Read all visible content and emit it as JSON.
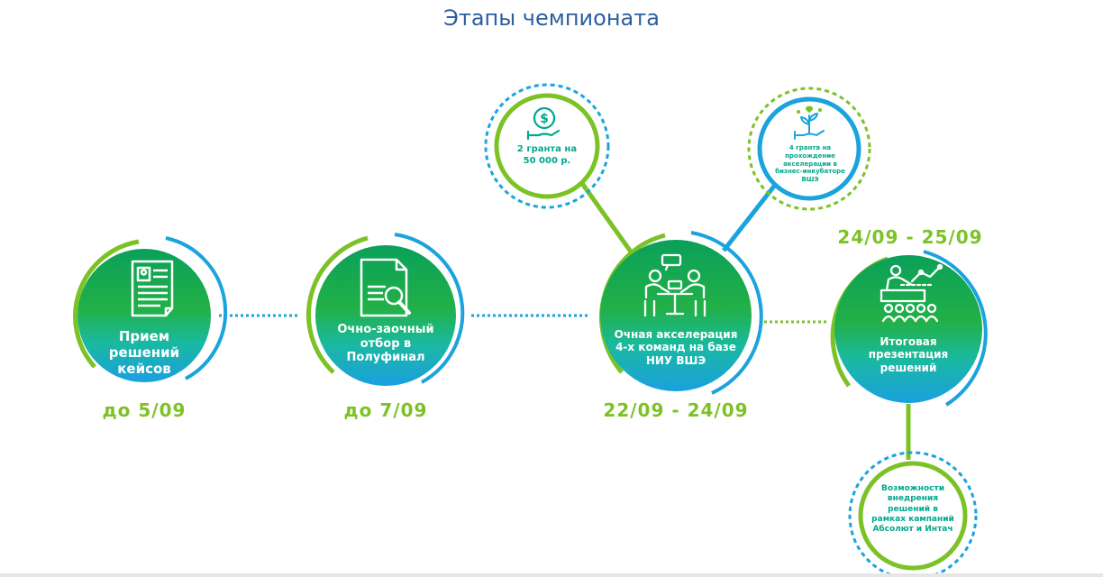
{
  "title": "Этапы чемпионата",
  "stages": [
    {
      "label": "Прием решений кейсов",
      "date": "до 5/09",
      "icon": "resume-document-icon"
    },
    {
      "label": "Очно-заочный отбор в Полуфинал",
      "date": "до 7/09",
      "icon": "document-magnifier-icon"
    },
    {
      "label": "Очная акселерация 4-х команд на базе НИУ ВШЭ",
      "date": "22/09 - 24/09",
      "icon": "team-meeting-icon"
    },
    {
      "label": "Итоговая презентация решений",
      "date": "24/09 - 25/09",
      "icon": "presentation-audience-icon"
    }
  ],
  "bubbles": [
    {
      "label": "2 гранта на 50 000 р.",
      "icon": "dollar-coin-hand-icon"
    },
    {
      "label": "4 гранта на прохождение акселерации в бизнес-инкубаторе ВШЭ",
      "icon": "growing-plant-hand-icon"
    },
    {
      "label": "Возможности внедрения решений в рамках кампаний Абсолют и Интач"
    }
  ],
  "colors": {
    "title": "#2a5fa0",
    "green": "#7cc226",
    "teal": "#00a88e",
    "blue": "#1aa3dd",
    "bubble_text": "#00a88e"
  }
}
